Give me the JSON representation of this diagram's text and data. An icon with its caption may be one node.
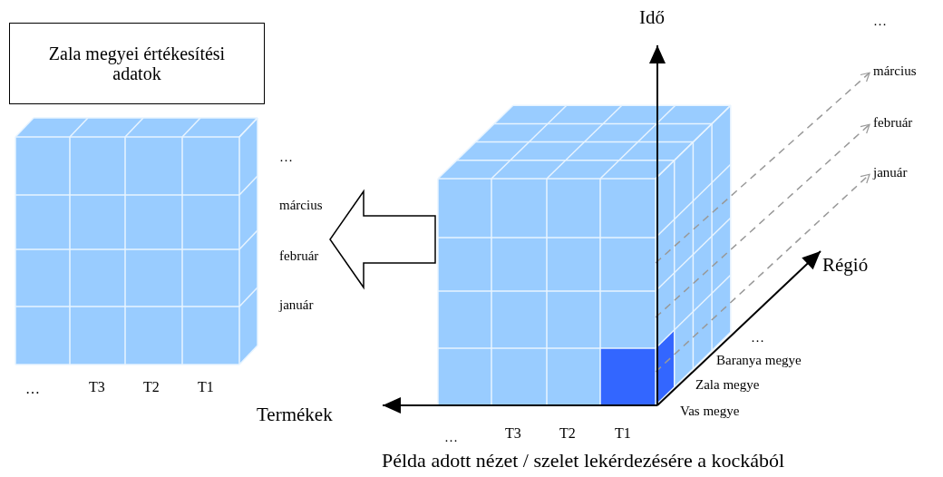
{
  "diagram": {
    "caption": "Példa adott nézet / szelet lekérdezésére a kockából",
    "nodes": [
      {
        "text": [
          "Zala megyei értékesítési adatok"
        ]
      },
      {
        "text": [],
        "shape": "picture",
        "beside": [
          "…",
          "március",
          "február",
          "január",
          "…",
          "T3",
          "T2",
          "T1"
        ]
      },
      {
        "text": [],
        "shape": "picture",
        "beside": [
          "…",
          "Baranya megye",
          "Zala megye",
          "Vas megye",
          "…",
          "T3",
          "T2",
          "T1"
        ]
      },
      {
        "text": [
          "március"
        ]
      },
      {
        "text": [
          "február"
        ]
      },
      {
        "text": [
          "január"
        ]
      }
    ],
    "edges": [
      {
        "from": 2,
        "to": 1,
        "arrow": "to"
      },
      {
        "from": 2,
        "to": 3,
        "arrow": "to",
        "style": "dashed",
        "color": "#999999"
      },
      {
        "from": 2,
        "to": 4,
        "arrow": "to",
        "style": "dashed",
        "color": "#999999"
      },
      {
        "from": 2,
        "to": 5,
        "arrow": "to",
        "style": "dashed",
        "color": "#999999"
      }
    ],
    "labels": [
      "Idő",
      "…",
      "Régió",
      "Termékek"
    ]
  }
}
